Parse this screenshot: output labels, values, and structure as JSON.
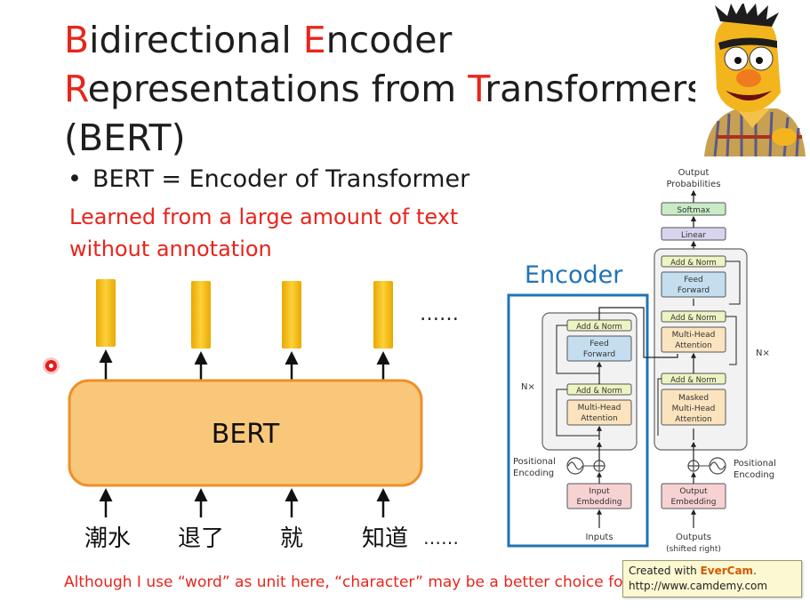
{
  "title": {
    "line1": {
      "cap1": "B",
      "rest1": "idirectional ",
      "cap2": "E",
      "rest2": "ncoder"
    },
    "line2": {
      "cap1": "R",
      "rest1": "epresentations from ",
      "cap2": "T",
      "rest2": "ransformers"
    },
    "line3": "(BERT)"
  },
  "bullet": {
    "symbol": "•",
    "text": "BERT =  Encoder of Transformer"
  },
  "learned": {
    "line1": "Learned from a large amount of text",
    "line2": "without annotation"
  },
  "bert_box_label": "BERT",
  "outputs_ellipsis": "……",
  "inputs": {
    "tokens": [
      "潮水",
      "退了",
      "就",
      "知道"
    ],
    "ellipsis": "……"
  },
  "transformer": {
    "encoder_label": "Encoder",
    "output_probabilities_1": "Output",
    "output_probabilities_2": "Probabilities",
    "softmax": "Softmax",
    "linear": "Linear",
    "add_norm": "Add & Norm",
    "feed_forward_1": "Feed",
    "feed_forward_2": "Forward",
    "multi_head_1": "Multi-Head",
    "multi_head_2": "Attention",
    "masked_1": "Masked",
    "masked_2": "Multi-Head",
    "masked_3": "Attention",
    "nx": "N×",
    "positional_1": "Positional",
    "positional_2": "Encoding",
    "input_embedding_1": "Input",
    "input_embedding_2": "Embedding",
    "output_embedding_1": "Output",
    "output_embedding_2": "Embedding",
    "inputs_label": "Inputs",
    "outputs_label_1": "Outputs",
    "outputs_label_2": "(shifted right)"
  },
  "footer_note": "Although I use “word” as unit here, “character” may be a better choice for Chinese.",
  "evercam": {
    "prefix": "Created with ",
    "brand": "EverCam",
    "suffix": ".",
    "url": "http://www.camdemy.com"
  },
  "colors": {
    "accent_red": "#e8251c",
    "bert_box_fill": "#f9c77a",
    "bert_box_stroke": "#ef8f2a",
    "output_bar": "#f5c20c",
    "encoder_blue": "#1f73b7",
    "add_norm": "#eef3c2",
    "feed_forward": "#c4def0",
    "attention": "#fbe3be",
    "embedding": "#f7d2d3",
    "linear": "#d8d4ee",
    "softmax": "#c9ecc7"
  }
}
